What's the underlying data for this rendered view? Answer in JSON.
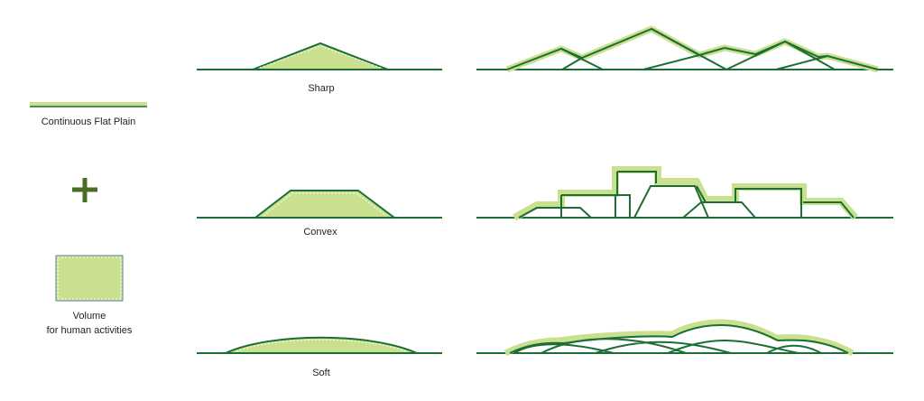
{
  "legend": {
    "plain_label": "Continuous Flat Plain",
    "plus_symbol": "+",
    "volume_label_1": "Volume",
    "volume_label_2": "for human activities"
  },
  "forms": {
    "sharp": "Sharp",
    "convex": "Convex",
    "soft": "Soft"
  },
  "colors": {
    "line": "#1b6e34",
    "fill": "#c9e08f",
    "plus": "#4b6d26"
  }
}
